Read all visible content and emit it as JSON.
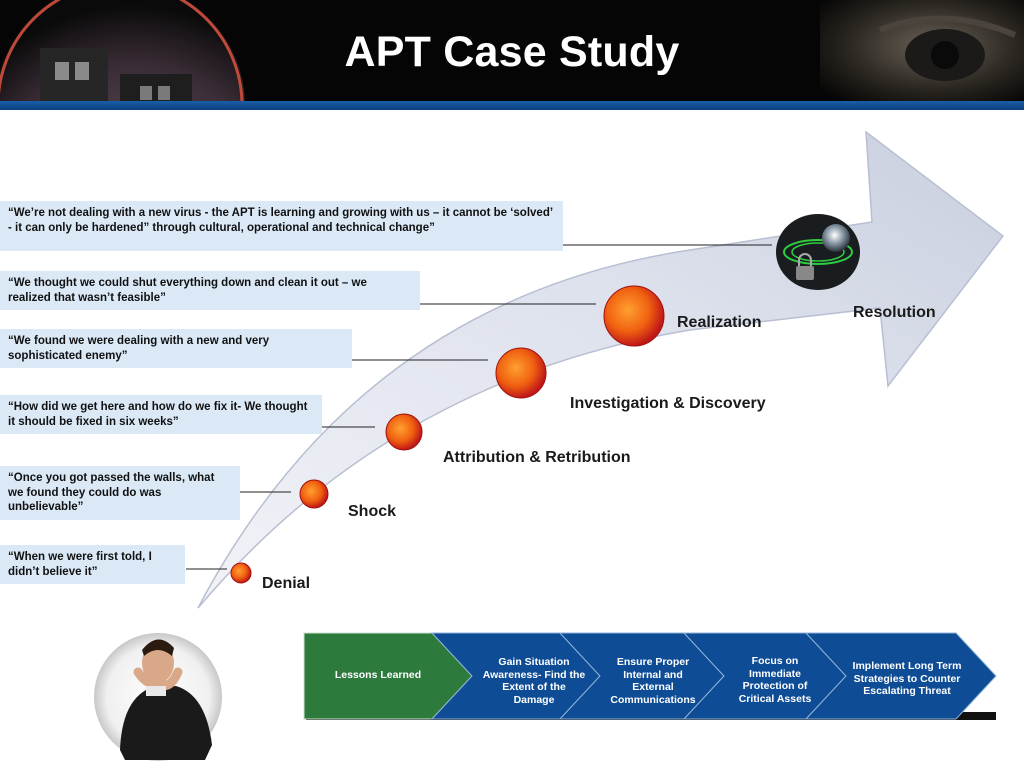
{
  "title": "APT Case Study",
  "quotes": [
    "“We’re not dealing with a new virus -  the APT is learning and growing with us – it cannot be ‘solved’ -  it can only be hardened” through cultural, operational and technical change”",
    "“We thought we could shut everything down and clean it out – we realized that wasn’t feasible”",
    "“We found we were dealing with a new and very sophisticated enemy”",
    "“How did we get here and how do we fix it- We thought it should be fixed in six weeks”",
    "“Once you got passed the walls, what we found they could do was unbelievable”",
    "“When we were first told, I didn’t believe it”"
  ],
  "stages": {
    "denial": "Denial",
    "shock": "Shock",
    "attribution": "Attribution & Retribution",
    "investigation": "Investigation & Discovery",
    "realization": "Realization",
    "resolution": "Resolution"
  },
  "chevrons": [
    "Lessons Learned",
    "Gain Situation Awareness- Find the Extent of the Damage",
    "Ensure Proper Internal and External Communications",
    "Focus on Immediate Protection of Critical Assets",
    "Implement Long Term Strategies to Counter Escalating Threat"
  ],
  "colors": {
    "header": "#050505",
    "header_bar": "#1a5ea8",
    "quote_box": "#dbe9f7",
    "arrow": "#d7dcea",
    "stage_dot": "#f06010",
    "chevron_first": "#2c7a3c",
    "chevron_rest": "#0e4c95"
  },
  "icons": {
    "header_left": "building-icon",
    "header_right": "eye-icon",
    "resolution": "globe-lock-icon",
    "person": "distressed-person-icon"
  }
}
